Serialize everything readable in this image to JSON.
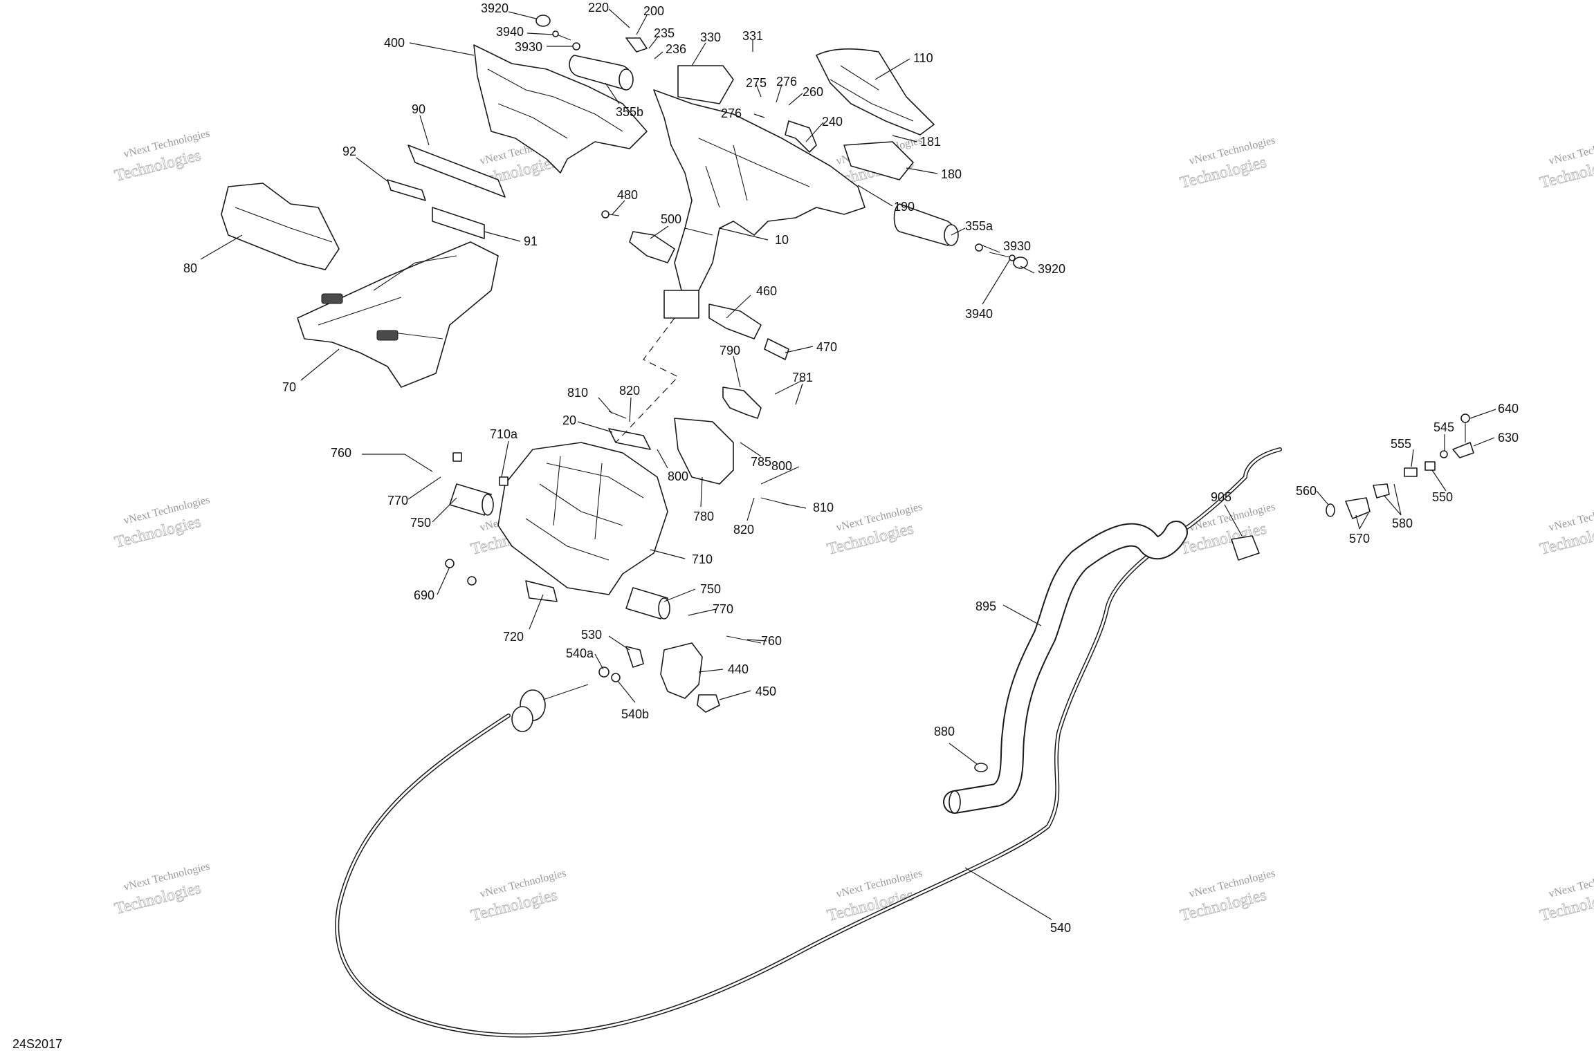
{
  "diagram_code": "24S2017",
  "watermark": {
    "line1": "vNext Technologies",
    "line2": "Technologies",
    "logo_text": "vNext"
  },
  "callouts": [
    "3920",
    "3940",
    "3930",
    "220",
    "200",
    "235",
    "236",
    "330",
    "331",
    "110",
    "400",
    "355b",
    "275",
    "276",
    "260",
    "276",
    "240",
    "181",
    "180",
    "190",
    "90",
    "92",
    "480",
    "500",
    "355a",
    "3930",
    "3920",
    "3940",
    "10",
    "80",
    "91",
    "460",
    "470",
    "70",
    "790",
    "781",
    "810",
    "820",
    "20",
    "710a",
    "760",
    "770",
    "750",
    "800",
    "785",
    "780",
    "800",
    "820",
    "810",
    "710",
    "690",
    "750",
    "770",
    "720",
    "760",
    "530",
    "540a",
    "440",
    "540b",
    "450",
    "640",
    "545",
    "630",
    "555",
    "550",
    "905",
    "560",
    "570",
    "580",
    "895",
    "880",
    "540"
  ]
}
